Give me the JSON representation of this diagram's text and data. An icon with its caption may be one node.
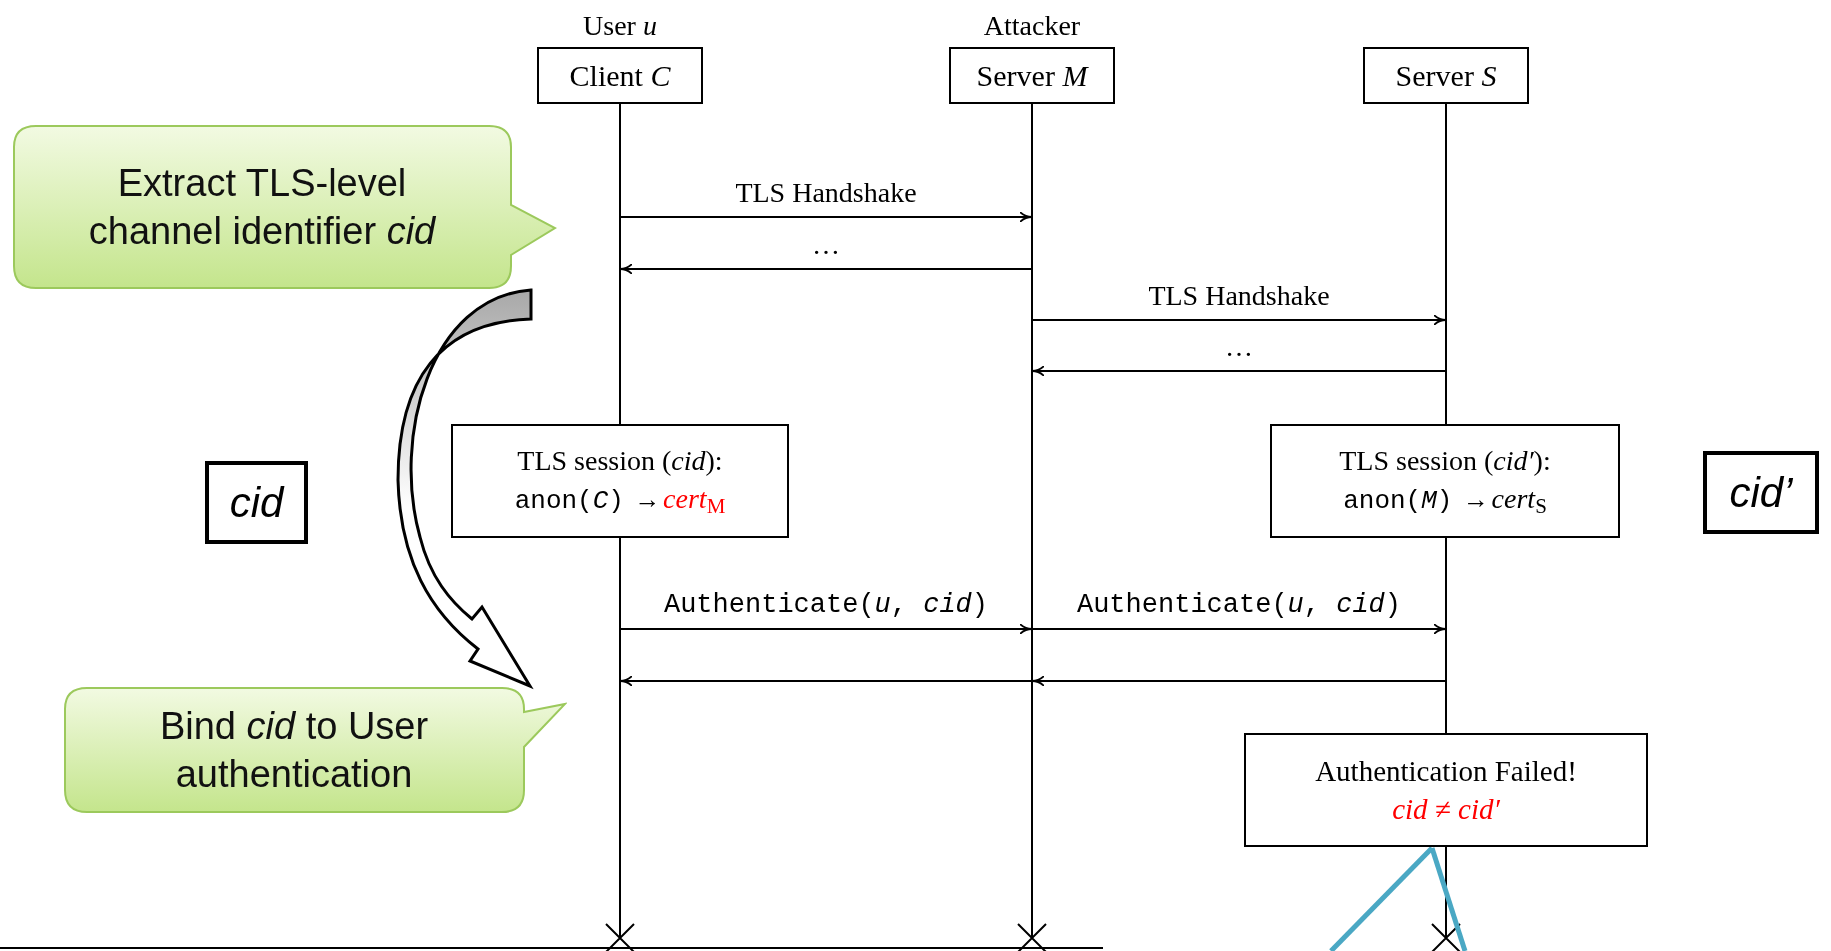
{
  "diagram": {
    "nodes": [
      {
        "text": [
          "User *u*",
          "Client *C*"
        ]
      },
      {
        "text": [
          "Attacker",
          "Server *M*"
        ]
      },
      {
        "text": [
          "Server *S*"
        ]
      },
      {
        "text": [
          "Extract TLS-level channel identifier *cid*"
        ]
      },
      {
        "text": [
          "TLS session (*cid*):",
          "anon(*C*) →",
          "*cert*$_{M}$"
        ]
      },
      {
        "text": [
          "TLS session (*cid′*):",
          "anon(*M*) →",
          "*cert*$_{S}$"
        ]
      },
      {
        "text": [
          "cid"
        ]
      },
      {
        "text": [
          "cid’"
        ]
      },
      {
        "text": [
          "Bind *cid* to User authentication"
        ]
      },
      {
        "text": [
          "Authentication Failed!",
          "cid ≠ cid′"
        ]
      },
      {
        "text": [],
        "shape": "line"
      },
      {
        "text": [],
        "shape": "line"
      },
      {
        "text": [],
        "shape": "line"
      }
    ],
    "edges": [
      {
        "from": 10,
        "to": 11,
        "arrow": "to",
        "label": "TLS Handshake"
      },
      {
        "from": 11,
        "to": 10,
        "arrow": "to",
        "label": "…"
      },
      {
        "from": 11,
        "to": 12,
        "arrow": "to",
        "label": "TLS Handshake"
      },
      {
        "from": 12,
        "to": 11,
        "arrow": "to",
        "label": "…"
      },
      {
        "from": 10,
        "to": 11,
        "arrow": "to",
        "label": "Authenticate(*u*, *cid*)"
      },
      {
        "from": 11,
        "to": 12,
        "arrow": "to",
        "label": "Authenticate(*u*, *cid*)"
      },
      {
        "from": 11,
        "to": 10,
        "arrow": "to"
      },
      {
        "from": 12,
        "to": 11,
        "arrow": "to"
      },
      {
        "from": null,
        "to": 9,
        "arrow": "none",
        "style": "thick",
        "color": "#4aa8c4"
      },
      {
        "from": null,
        "to": 9,
        "arrow": "none",
        "style": "thick",
        "color": "#4aa8c4"
      },
      {
        "from": 3,
        "to": 8,
        "arrow": "to",
        "style": "thick"
      }
    ]
  }
}
